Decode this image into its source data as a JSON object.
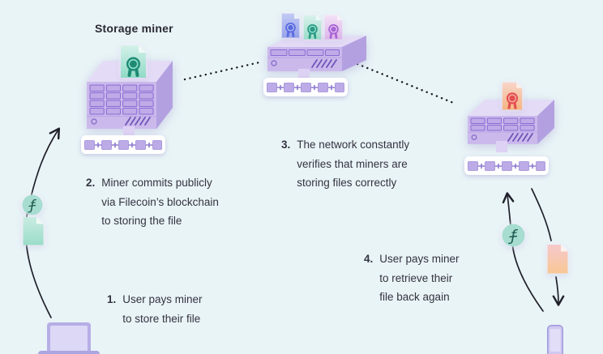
{
  "background": "#e9f4f7",
  "title": "Storage miner",
  "token_symbol": "ƒ",
  "steps": [
    {
      "number": "1.",
      "lines": [
        "User pays miner",
        "to store their file"
      ]
    },
    {
      "number": "2.",
      "lines": [
        "Miner commits publicly",
        "via Filecoin’s blockchain",
        "to storing the file"
      ]
    },
    {
      "number": "3.",
      "lines": [
        "The network constantly",
        "verifies that miners are",
        "storing files correctly"
      ]
    },
    {
      "number": "4.",
      "lines": [
        "User pays miner",
        "to retrieve their",
        "file back again"
      ]
    }
  ],
  "icons": {
    "storage_miner_server": "server-rack",
    "network_server": "server",
    "retrieval_miner_server": "server",
    "blockchain": "linked-blocks",
    "sealed_file_on_storage_miner": "document-with-seal-teal",
    "sealed_files_on_network": [
      "document-with-seal-blue",
      "document-with-seal-teal",
      "document-with-seal-pink"
    ],
    "sealed_file_on_retrieval_miner": "document-with-seal-red",
    "payment_token": "filecoin-coin",
    "user_file_upload": "document-teal",
    "user_file_download": "document-orange",
    "user_device_left": "laptop",
    "user_device_right": "smartphone"
  },
  "colors": {
    "background": "#e9f4f7",
    "server_front": "#cbb9ec",
    "server_top": "#e4dcf6",
    "server_side": "#b3a0e0",
    "slot_fill": "#c0abe8",
    "slot_stroke": "#8a6ad2",
    "chain_block": "#bcabe6",
    "teal_doc": "#9cdcca",
    "teal_seal": "#1f8a74",
    "blue_seal": "#5a6ae0",
    "pink_seal": "#a864d4",
    "red_seal": "#e25050",
    "orange_doc": "#f5b583",
    "coin_fill": "#a6ddd0",
    "coin_glyph": "#1e5a50",
    "arrow": "#20202a",
    "text": "#34333f"
  }
}
